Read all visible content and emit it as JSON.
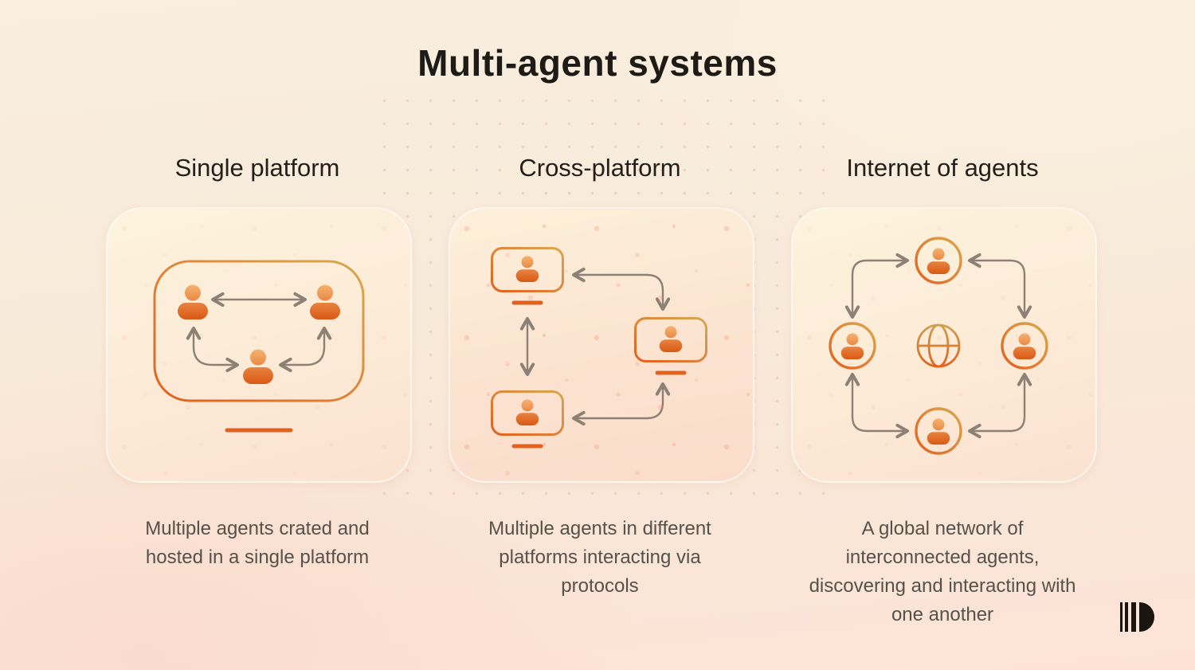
{
  "page": {
    "title": "Multi-agent systems"
  },
  "panels": [
    {
      "heading": "Single platform",
      "description": "Multiple agents crated and\nhosted in a single platform"
    },
    {
      "heading": "Cross-platform",
      "description": "Multiple agents in different\nplatforms interacting via\nprotocols"
    },
    {
      "heading": "Internet of agents",
      "description": "A global network of\ninterconnected agents,\ndiscovering and interacting with\none another"
    }
  ],
  "icons": {
    "agent": "person-icon",
    "platform_screen": "monitor-icon",
    "network": "globe-icon",
    "connector": "double-arrow-icon",
    "brand": "brand-logo-icon"
  },
  "colors": {
    "background_top": "#f9eedf",
    "background_bottom": "#fce3d6",
    "card_top": "#fdf3dd",
    "card_bottom": "#fbe2d0",
    "accent_gold": "#d7a94f",
    "accent_orange": "#e2601c",
    "agent_gradient_top": "#f5b470",
    "agent_gradient_bottom": "#da5814",
    "arrow": "#8d8075",
    "title_text": "#1e1a15",
    "heading_text": "#23201b",
    "body_text": "#57514b",
    "logo": "#1b1510"
  }
}
